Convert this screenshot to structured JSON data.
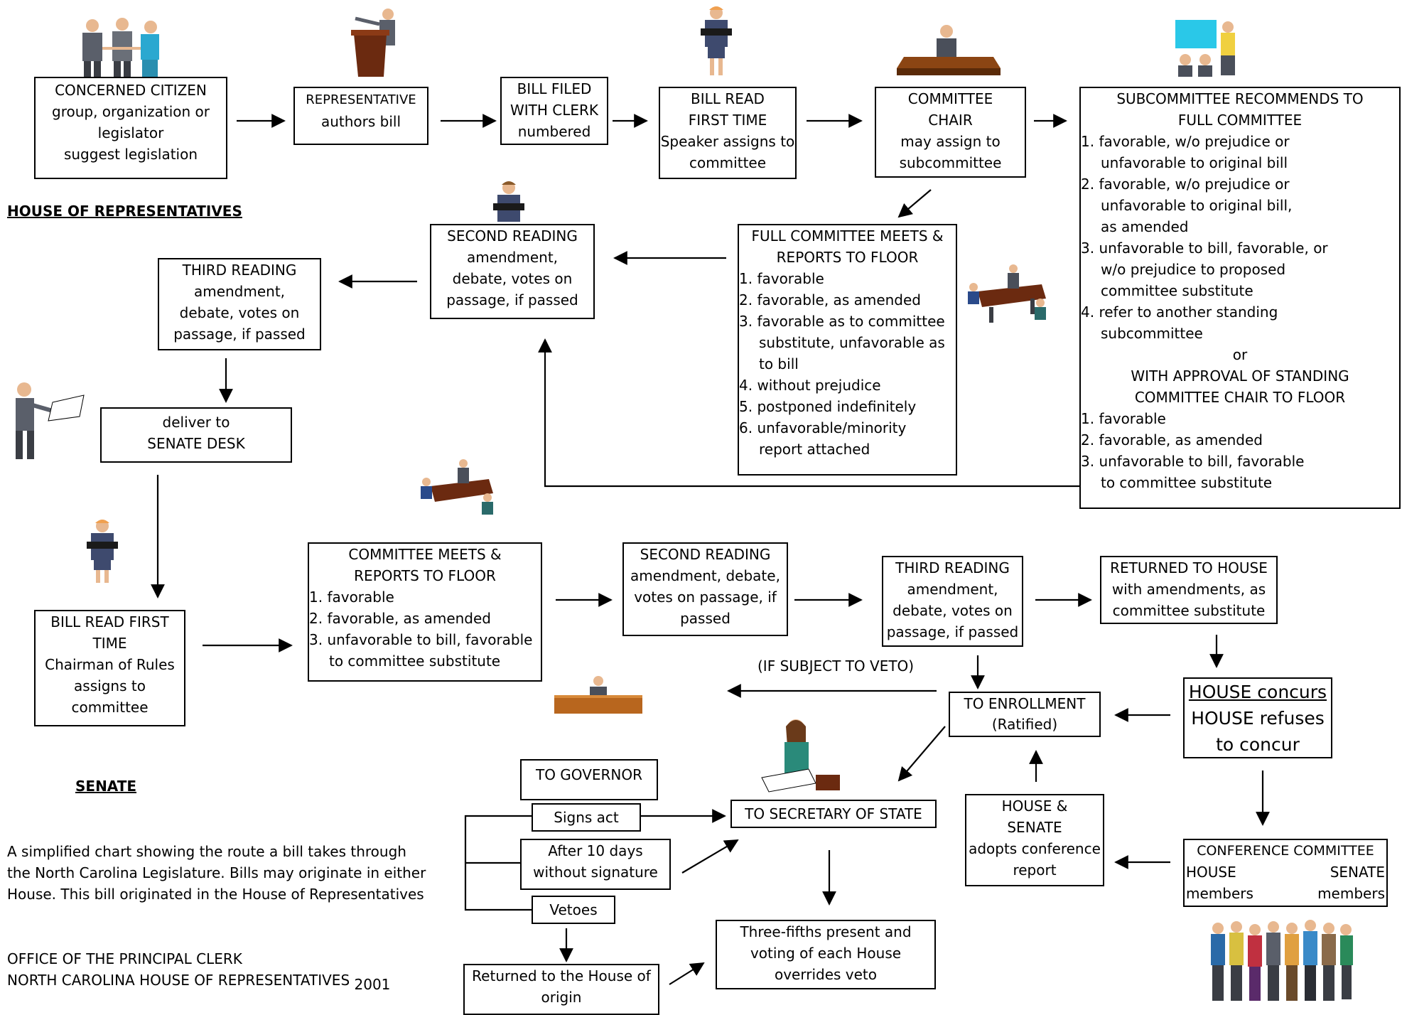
{
  "headings": {
    "house": "HOUSE OF REPRESENTATIVES",
    "senate": "SENATE"
  },
  "house": {
    "citizen": [
      "CONCERNED CITIZEN",
      "group, organization or",
      "legislator",
      "suggest legislation"
    ],
    "representative": [
      "REPRESENTATIVE",
      "authors bill"
    ],
    "bill_filed": [
      "BILL FILED",
      "WITH CLERK",
      "numbered"
    ],
    "bill_read": [
      "BILL READ",
      "FIRST TIME",
      "Speaker assigns to",
      "committee"
    ],
    "committee_chair": [
      "COMMITTEE",
      "CHAIR",
      "may assign to",
      "subcommittee"
    ],
    "subcommittee": {
      "title": [
        "SUBCOMMITTEE RECOMMENDS TO",
        "FULL COMMITTEE"
      ],
      "items": [
        [
          "1.  favorable, w/o prejudice or",
          "unfavorable to original bill"
        ],
        [
          "2.  favorable, w/o prejudice or",
          "unfavorable to original bill,",
          "as amended"
        ],
        [
          "3.  unfavorable to bill, favorable, or",
          "w/o prejudice to proposed",
          "committee substitute"
        ],
        [
          "4.  refer to another standing",
          "subcommittee"
        ]
      ],
      "or": "or",
      "title2": [
        "WITH APPROVAL OF STANDING",
        "COMMITTEE CHAIR TO FLOOR"
      ],
      "items2": [
        [
          "1.  favorable"
        ],
        [
          "2.  favorable, as amended"
        ],
        [
          "3.  unfavorable to bill, favorable",
          "to committee substitute"
        ]
      ]
    },
    "full_committee": {
      "title": [
        "FULL COMMITTEE MEETS &",
        "REPORTS TO FLOOR"
      ],
      "items": [
        [
          "1.  favorable"
        ],
        [
          "2.  favorable, as amended"
        ],
        [
          "3.  favorable as to committee",
          "substitute, unfavorable as",
          "to bill"
        ],
        [
          "4.  without prejudice"
        ],
        [
          "5.  postponed indefinitely"
        ],
        [
          "6.  unfavorable/minority",
          " report attached"
        ]
      ]
    },
    "second_reading": [
      "SECOND READING",
      "amendment,",
      "debate, votes on",
      "passage, if passed"
    ],
    "third_reading": [
      "THIRD READING",
      "amendment,",
      "debate, votes on",
      "passage, if passed"
    ],
    "senate_desk": [
      "deliver to",
      "SENATE DESK"
    ]
  },
  "senate": {
    "bill_read": [
      "BILL READ FIRST",
      "TIME",
      "Chairman of Rules",
      "assigns to",
      "committee"
    ],
    "committee": {
      "title": [
        "COMMITTEE MEETS &",
        "REPORTS  TO FLOOR"
      ],
      "items": [
        [
          "1.  favorable"
        ],
        [
          "2.  favorable, as amended"
        ],
        [
          "3.  unfavorable to bill, favorable",
          "to committee substitute"
        ]
      ]
    },
    "second_reading": [
      "SECOND READING",
      "amendment, debate,",
      "votes on passage, if",
      "passed"
    ],
    "third_reading": [
      "THIRD READING",
      "amendment,",
      "debate, votes on",
      "passage, if passed"
    ],
    "returned": [
      "RETURNED TO HOUSE",
      "with amendments, as",
      "committee substitute"
    ]
  },
  "final": {
    "house_concurs": "HOUSE concurs",
    "house_refuses": [
      "HOUSE refuses",
      "to concur"
    ],
    "enrollment": [
      "TO ENROLLMENT",
      "(Ratified)"
    ],
    "veto_label": "(IF SUBJECT TO VETO)",
    "conference": {
      "title": "CONFERENCE COMMITTEE",
      "left": [
        "HOUSE",
        "members"
      ],
      "right": [
        "SENATE",
        "members"
      ]
    },
    "adopts": [
      "HOUSE &",
      "SENATE",
      "adopts conference",
      "report"
    ],
    "secretary": "TO SECRETARY OF STATE",
    "governor": "TO GOVERNOR",
    "signs": "Signs act",
    "after10": [
      "After 10 days",
      "without signature"
    ],
    "vetoes": "Vetoes",
    "returned_origin": [
      "Returned to the House of",
      "origin"
    ],
    "override": [
      "Three-fifths present and",
      "voting of each House",
      "overrides veto"
    ]
  },
  "notes": {
    "description": [
      "A simplified chart showing the route a bill takes through",
      "the North Carolina Legislature.  Bills may originate in either",
      "House. This bill originated in the House of Representatives"
    ],
    "office": [
      "OFFICE OF THE PRINCIPAL CLERK",
      "NORTH CAROLINA HOUSE OF REPRESENTATIVES"
    ],
    "year": "2001"
  },
  "colors": {
    "desk": "#8b4513",
    "suit": "#4a4f5a",
    "accent": "#2aa8a0"
  }
}
